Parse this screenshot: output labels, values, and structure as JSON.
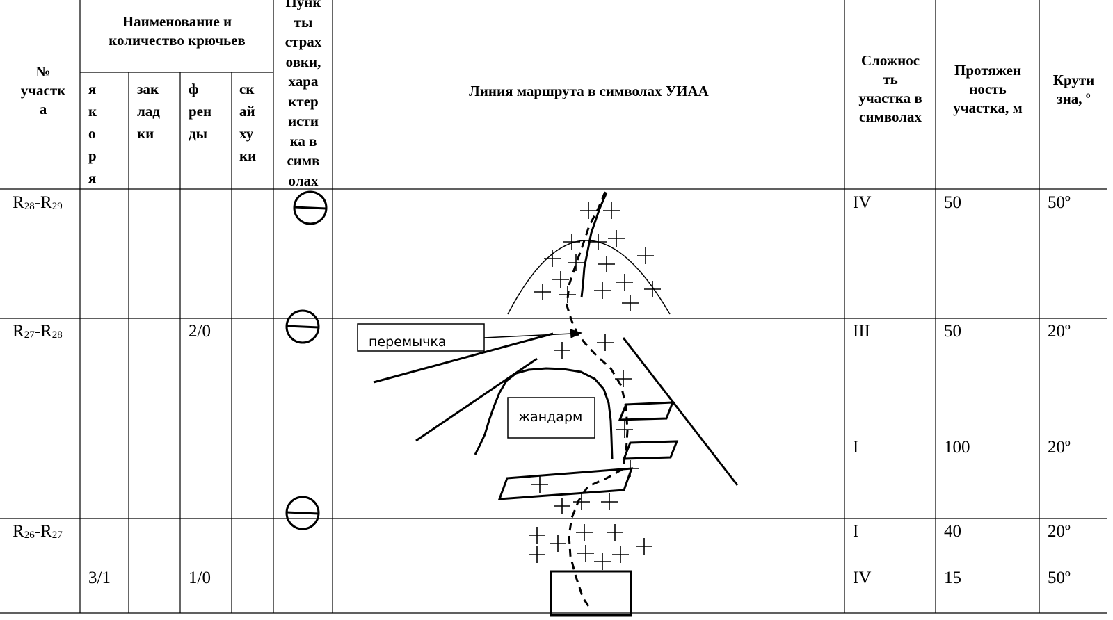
{
  "header": {
    "section_no": "№\nучастк\nа",
    "hooks_group": "Наименование и\nколичество крючьев",
    "anchors": "я\nк\nо\nр\nя",
    "nuts": "зак\nлад\nки",
    "friends": "ф\nрен\nды",
    "skyhooks": "ск\nай\nху\nки",
    "belay_points": "Пунк\nты\nстрах\nовки,\nхара\nктер\nисти\nка в\nсимв\nолах",
    "route_line": "Линия маршрута в символах УИАА",
    "difficulty": "Сложнос\nть\nучастка в\nсимволах",
    "length": "Протяжен\nность\nучастка, м",
    "steepness": "Крути\nзна, º"
  },
  "rows": [
    {
      "section_prefix": "R",
      "section_a": "28",
      "section_sep": "-R",
      "section_b": "29",
      "anchors": "",
      "friends": "",
      "difficulty": [
        "IV"
      ],
      "length": [
        "50"
      ],
      "steepness": [
        "50º"
      ]
    },
    {
      "section_prefix": "R",
      "section_a": "27",
      "section_sep": "-R",
      "section_b": "28",
      "anchors": "",
      "friends": "2/0",
      "difficulty": [
        "III",
        "I"
      ],
      "length": [
        "50",
        "100"
      ],
      "steepness": [
        "20º",
        "20º"
      ]
    },
    {
      "section_prefix": "R",
      "section_a": "26",
      "section_sep": "-R",
      "section_b": "27",
      "anchors": "3/1",
      "friends": "1/0",
      "difficulty": [
        "I",
        "IV"
      ],
      "length": [
        "40",
        "15"
      ],
      "steepness": [
        "20º",
        "50º"
      ]
    }
  ],
  "sketch_labels": {
    "saddle": "перемычка",
    "gendarme": "жандарм"
  }
}
